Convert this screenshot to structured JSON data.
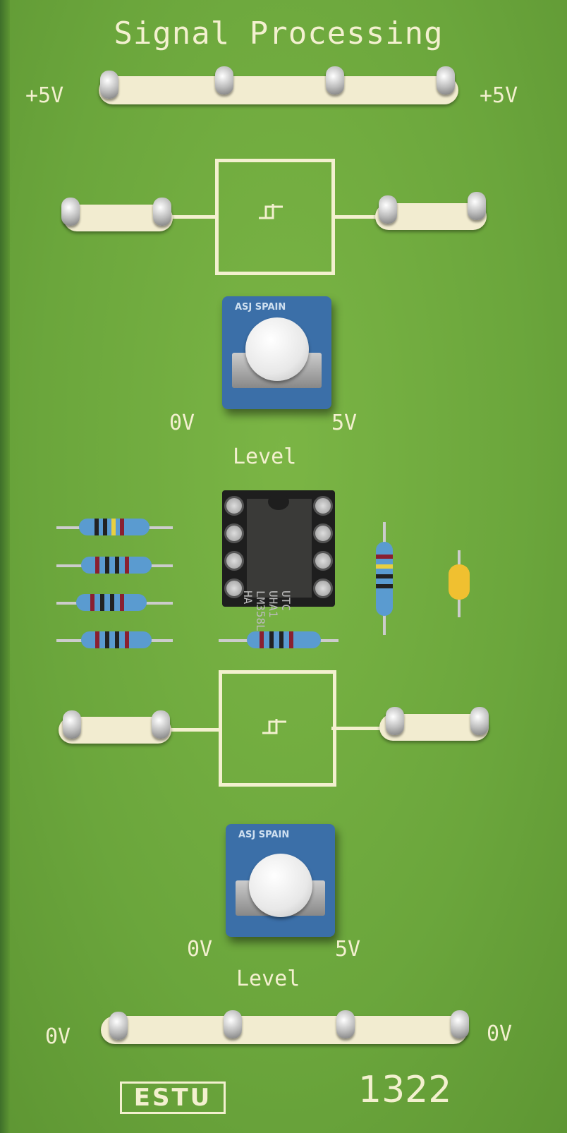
{
  "board": {
    "title": "Signal Processing",
    "model_number": "1322",
    "logo": "ESTU"
  },
  "top_rail": {
    "left_label": "+5V",
    "right_label": "+5V"
  },
  "bottom_rail": {
    "left_label": "0V",
    "right_label": "0V"
  },
  "trigger_1": {
    "symbol": "schmitt-trigger-icon"
  },
  "trigger_2": {
    "symbol": "schmitt-trigger-icon"
  },
  "pot_1": {
    "brand": "ASJ SPAIN",
    "min_label": "0V",
    "max_label": "5V",
    "name": "Level"
  },
  "pot_2": {
    "brand": "ASJ SPAIN",
    "min_label": "0V",
    "max_label": "5V",
    "name": "Level"
  },
  "ic": {
    "line1": "UTC UHA1",
    "line2": "LM358L",
    "line3": "HA"
  },
  "colors": {
    "board": "#6aa43c",
    "silkscreen": "#f3f0cf",
    "pot": "#3b6fa8"
  }
}
